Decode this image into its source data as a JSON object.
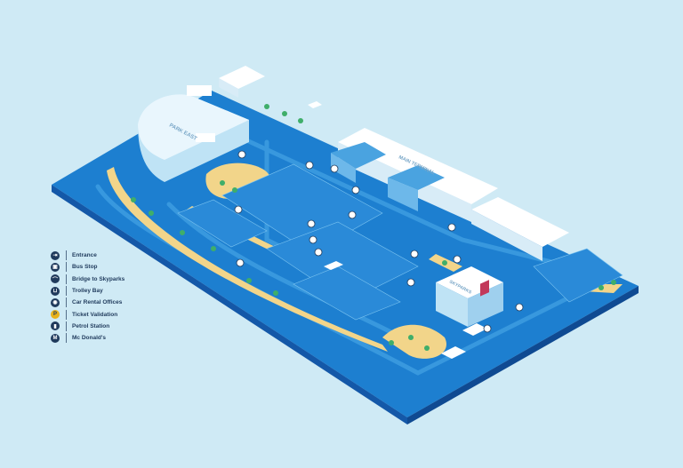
{
  "map": {
    "labels": {
      "park_east": "PARK EAST",
      "main_terminal": "MAIN TERMINAL",
      "skyparks": "SKYPARKS"
    }
  },
  "legend": {
    "items": [
      {
        "label": "Entrance",
        "icon": "entrance-icon",
        "glyph": "⇥",
        "style": "dark"
      },
      {
        "label": "Bus Stop",
        "icon": "bus-icon",
        "glyph": "▣",
        "style": "dark"
      },
      {
        "label": "Bridge to Skyparks",
        "icon": "bridge-icon",
        "glyph": "⌒",
        "style": "dark"
      },
      {
        "label": "Trolley Bay",
        "icon": "trolley-icon",
        "glyph": "⊔",
        "style": "dark"
      },
      {
        "label": "Car Rental Offices",
        "icon": "car-rental-icon",
        "glyph": "◉",
        "style": "dark"
      },
      {
        "label": "Ticket Validation",
        "icon": "parking-ticket-icon",
        "glyph": "P",
        "style": "yellow"
      },
      {
        "label": "Petrol Station",
        "icon": "petrol-icon",
        "glyph": "▮",
        "style": "dark"
      },
      {
        "label": "Mc Donald's",
        "icon": "mcdonalds-icon",
        "glyph": "M",
        "style": "dark"
      }
    ]
  },
  "colors": {
    "background": "#cfeaf5",
    "base_top": "#1d7fd0",
    "base_side_left": "#1458a8",
    "base_side_right": "#0f4a92",
    "road": "#3b9be0",
    "sand": "#f2d58a",
    "building_roof": "#ffffff",
    "building_wall": "#bfe3f5",
    "glass": "#4aa3e0",
    "tree": "#3fae6a",
    "legend_text": "#1f3a5c"
  }
}
